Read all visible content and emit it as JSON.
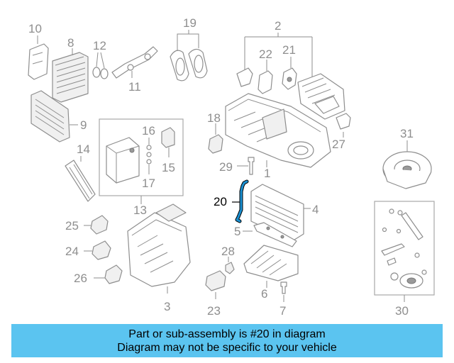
{
  "diagram": {
    "highlight_color": "#1a8fd0",
    "highlighted_part": "20",
    "callouts": {
      "c1": "1",
      "c2": "2",
      "c3": "3",
      "c4": "4",
      "c5": "5",
      "c6": "6",
      "c7": "7",
      "c8": "8",
      "c9": "9",
      "c10": "10",
      "c11": "11",
      "c12": "12",
      "c13": "13",
      "c14": "14",
      "c15": "15",
      "c16": "16",
      "c17": "17",
      "c18": "18",
      "c19": "19",
      "c20": "20",
      "c21": "21",
      "c22": "22",
      "c23": "23",
      "c24": "24",
      "c25": "25",
      "c26": "26",
      "c27": "27",
      "c28": "28",
      "c29": "29",
      "c30": "30",
      "c31": "31"
    }
  },
  "banner": {
    "background_color": "#5bc4f0",
    "line1": "Part or sub-assembly is #20 in diagram",
    "line2": "Diagram may not be specific to your vehicle"
  }
}
